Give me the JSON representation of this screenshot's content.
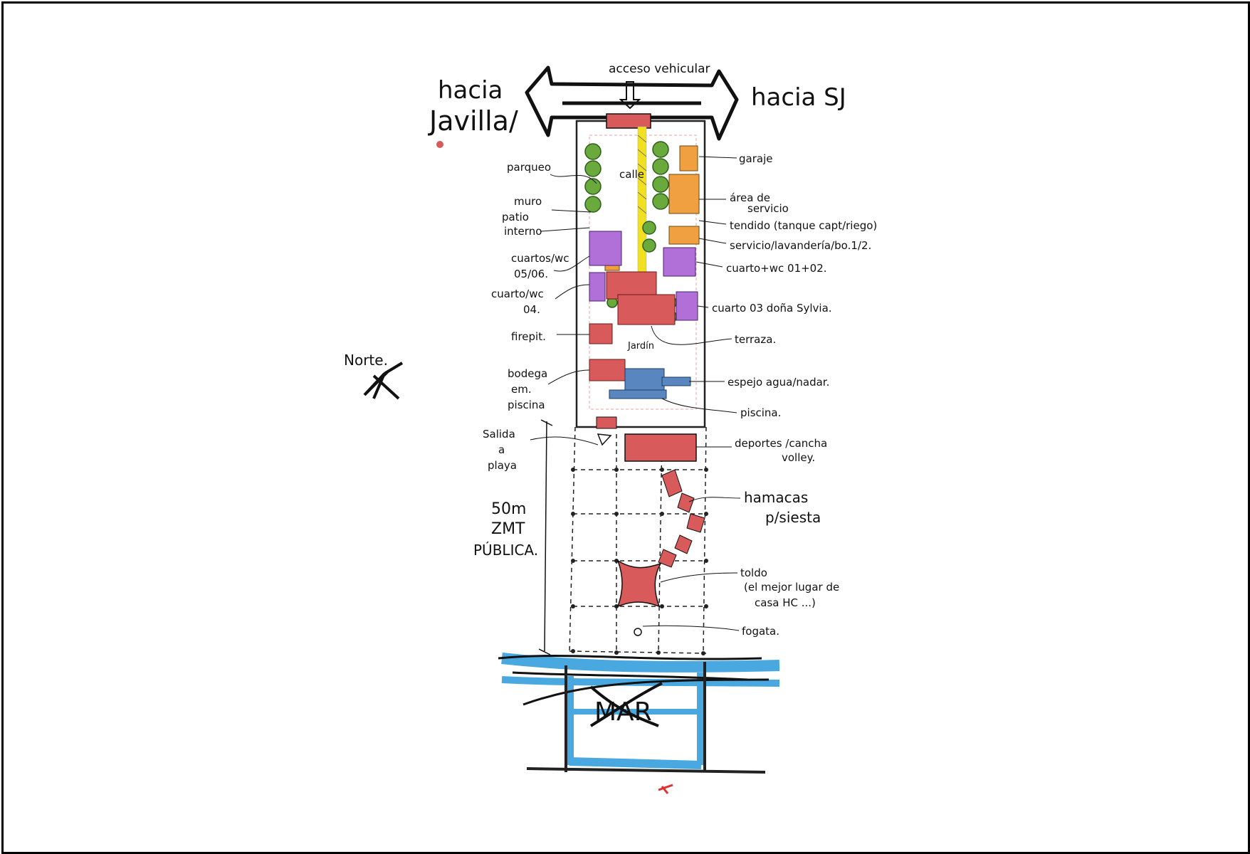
{
  "top": {
    "acceso": "acceso vehicular",
    "hacia_left_1": "hacia",
    "hacia_left_2": "Javilla/",
    "hacia_right": "hacia SJ"
  },
  "north": "Norte.",
  "labels_left": {
    "parqueo": "parqueo",
    "muro": "muro",
    "patio_1": "patio",
    "patio_2": "interno",
    "cuartos_1": "cuartos/wc",
    "cuartos_2": "05/06.",
    "cuarto04_1": "cuarto/wc",
    "cuarto04_2": "04.",
    "firepit": "firepit.",
    "bodega_1": "bodega",
    "bodega_2": "em.",
    "bodega_3": "piscina",
    "salida_1": "Salida",
    "salida_2": "a",
    "salida_3": "playa",
    "zona_1": "50m",
    "zona_2": "ZMT",
    "zona_3": "PÚBLICA."
  },
  "labels_right": {
    "garaje": "garaje",
    "servicio_area_1": "área de",
    "servicio_area_2": "servicio",
    "tendido": "tendido (tanque capt/riego)",
    "lavanderia": "servicio/lavandería/bo.1/2.",
    "cuarto_0102": "cuarto+wc 01+02.",
    "cuarto_03": "cuarto 03 doña Sylvia.",
    "terraza": "terraza.",
    "espejo": "espejo agua/nadar.",
    "piscina": "piscina.",
    "deportes_1": "deportes /cancha",
    "deportes_2": "volley.",
    "hamacas_1": "hamacas",
    "hamacas_2": "p/siesta",
    "toldo_1": "toldo",
    "toldo_2": "(el mejor lugar de",
    "toldo_3": "casa HC ...)",
    "fogata": "fogata."
  },
  "inside": {
    "jardin": "Jardín",
    "calle": "calle",
    "mar": "MAR"
  },
  "colors": {
    "green": "#6aaa3c",
    "orange": "#f0a040",
    "purple": "#b070d8",
    "red": "#d85a5a",
    "yellow": "#f0e020",
    "blue": "#4aa8e0",
    "pool": "#5a86c0"
  }
}
